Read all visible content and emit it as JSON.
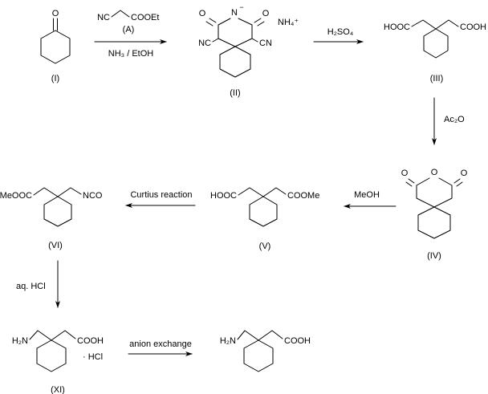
{
  "colors": {
    "line": "#000000",
    "background": "#ffffff"
  },
  "structures": {
    "I": {
      "label": "(I)",
      "o": "O"
    },
    "II": {
      "label": "(II)",
      "o_left": "O",
      "n": "N",
      "charge": "−",
      "o_right": "O",
      "nc": "NC",
      "cn": "CN",
      "counterion": "NH₄⁺"
    },
    "III": {
      "label": "(III)",
      "left": "HOOC",
      "right": "COOH"
    },
    "IV": {
      "label": "(IV)",
      "o_ring": "O",
      "o_left": "O",
      "o_right": "O"
    },
    "V": {
      "label": "(V)",
      "left": "HOOC",
      "right": "COOMe"
    },
    "VI": {
      "label": "(VI)",
      "left": "MeOOC",
      "right": "NCO"
    },
    "XI": {
      "label": "(XI)",
      "left": "H₂N",
      "right": "COOH",
      "salt": "· HCl"
    },
    "product": {
      "left": "H₂N",
      "right": "COOH"
    }
  },
  "steps": {
    "step1": {
      "reagent_left": "NC",
      "reagent_right": "COOEt",
      "reagent_label": "(A)",
      "conditions": "NH₃ / EtOH"
    },
    "step2": {
      "reagent": "H₂SO₄"
    },
    "step3": {
      "reagent": "Ac₂O"
    },
    "step4": {
      "reagent": "MeOH"
    },
    "step5": {
      "reagent": "Curtius reaction"
    },
    "step6": {
      "reagent": "aq. HCl"
    },
    "step7": {
      "reagent": "anion exchange"
    }
  }
}
